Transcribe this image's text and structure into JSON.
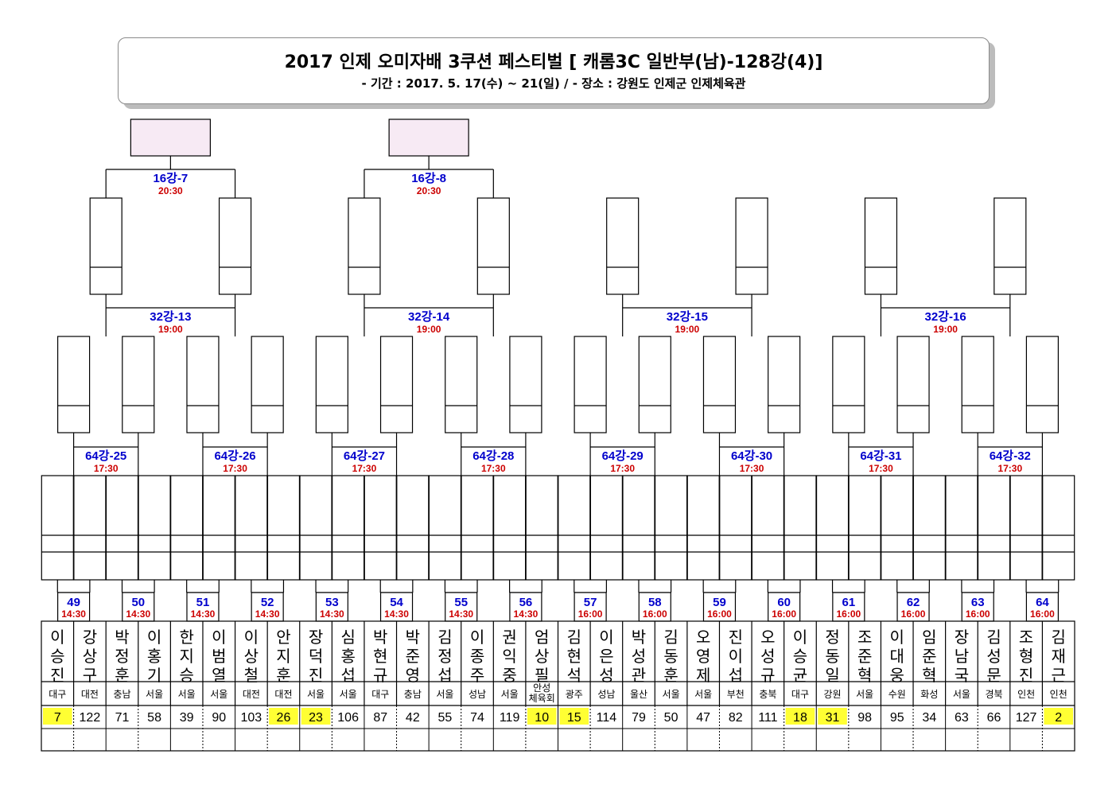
{
  "title": "2017 인제 오미자배 3쿠션 페스티벌 [ 캐롬3C 일반부(남)-128강(4)]",
  "subtitle": "- 기간 : 2017. 5. 17(수) ~ 21(일) / - 장소 : 강원도 인제군 인제체육관",
  "colors": {
    "match_label": "#0000cc",
    "time_label": "#cc0000",
    "seed_highlight": "#ffff33",
    "final_box": "#f7eaf4"
  },
  "round16": [
    {
      "label": "16강-7",
      "time": "20:30"
    },
    {
      "label": "16강-8",
      "time": "20:30"
    }
  ],
  "round32": [
    {
      "label": "32강-13",
      "time": "19:00"
    },
    {
      "label": "32강-14",
      "time": "19:00"
    },
    {
      "label": "32강-15",
      "time": "19:00"
    },
    {
      "label": "32강-16",
      "time": "19:00"
    }
  ],
  "round64": [
    {
      "label": "64강-25",
      "time": "17:30"
    },
    {
      "label": "64강-26",
      "time": "17:30"
    },
    {
      "label": "64강-27",
      "time": "17:30"
    },
    {
      "label": "64강-28",
      "time": "17:30"
    },
    {
      "label": "64강-29",
      "time": "17:30"
    },
    {
      "label": "64강-30",
      "time": "17:30"
    },
    {
      "label": "64강-31",
      "time": "17:30"
    },
    {
      "label": "64강-32",
      "time": "17:30"
    }
  ],
  "round128": [
    {
      "label": "49",
      "time": "14:30"
    },
    {
      "label": "50",
      "time": "14:30"
    },
    {
      "label": "51",
      "time": "14:30"
    },
    {
      "label": "52",
      "time": "14:30"
    },
    {
      "label": "53",
      "time": "14:30"
    },
    {
      "label": "54",
      "time": "14:30"
    },
    {
      "label": "55",
      "time": "14:30"
    },
    {
      "label": "56",
      "time": "14:30"
    },
    {
      "label": "57",
      "time": "16:00"
    },
    {
      "label": "58",
      "time": "16:00"
    },
    {
      "label": "59",
      "time": "16:00"
    },
    {
      "label": "60",
      "time": "16:00"
    },
    {
      "label": "61",
      "time": "16:00"
    },
    {
      "label": "62",
      "time": "16:00"
    },
    {
      "label": "63",
      "time": "16:00"
    },
    {
      "label": "64",
      "time": "16:00"
    }
  ],
  "players": [
    {
      "name": "이승진",
      "region": "대구",
      "seed": "7",
      "highlight": true
    },
    {
      "name": "강상구",
      "region": "대전",
      "seed": "122",
      "highlight": false
    },
    {
      "name": "박정훈",
      "region": "충남",
      "seed": "71",
      "highlight": false
    },
    {
      "name": "이홍기",
      "region": "서울",
      "seed": "58",
      "highlight": false
    },
    {
      "name": "한지승",
      "region": "서울",
      "seed": "39",
      "highlight": false
    },
    {
      "name": "이범열",
      "region": "서울",
      "seed": "90",
      "highlight": false
    },
    {
      "name": "이상철",
      "region": "대전",
      "seed": "103",
      "highlight": false
    },
    {
      "name": "안지훈",
      "region": "대전",
      "seed": "26",
      "highlight": true
    },
    {
      "name": "장덕진",
      "region": "서울",
      "seed": "23",
      "highlight": true
    },
    {
      "name": "심홍섭",
      "region": "서울",
      "seed": "106",
      "highlight": false
    },
    {
      "name": "박현규",
      "region": "대구",
      "seed": "87",
      "highlight": false
    },
    {
      "name": "박준영",
      "region": "충남",
      "seed": "42",
      "highlight": false
    },
    {
      "name": "김정섭",
      "region": "서울",
      "seed": "55",
      "highlight": false
    },
    {
      "name": "이종주",
      "region": "성남",
      "seed": "74",
      "highlight": false
    },
    {
      "name": "권익중",
      "region": "서울",
      "seed": "119",
      "highlight": false
    },
    {
      "name": "엄상필",
      "region": "안성체육회",
      "seed": "10",
      "highlight": true
    },
    {
      "name": "김현석",
      "region": "광주",
      "seed": "15",
      "highlight": true
    },
    {
      "name": "이은성",
      "region": "성남",
      "seed": "114",
      "highlight": false
    },
    {
      "name": "박성관",
      "region": "울산",
      "seed": "79",
      "highlight": false
    },
    {
      "name": "김동훈",
      "region": "서울",
      "seed": "50",
      "highlight": false
    },
    {
      "name": "오영제",
      "region": "서울",
      "seed": "47",
      "highlight": false
    },
    {
      "name": "진이섭",
      "region": "부천",
      "seed": "82",
      "highlight": false
    },
    {
      "name": "오성규",
      "region": "충북",
      "seed": "111",
      "highlight": false
    },
    {
      "name": "이승균",
      "region": "대구",
      "seed": "18",
      "highlight": true
    },
    {
      "name": "정동일",
      "region": "강원",
      "seed": "31",
      "highlight": true
    },
    {
      "name": "조준혁",
      "region": "서울",
      "seed": "98",
      "highlight": false
    },
    {
      "name": "이대웅",
      "region": "수원",
      "seed": "95",
      "highlight": false
    },
    {
      "name": "임준혁",
      "region": "화성",
      "seed": "34",
      "highlight": false
    },
    {
      "name": "장남국",
      "region": "서울",
      "seed": "63",
      "highlight": false
    },
    {
      "name": "김성문",
      "region": "경북",
      "seed": "66",
      "highlight": false
    },
    {
      "name": "조형진",
      "region": "인천",
      "seed": "127",
      "highlight": false
    },
    {
      "name": "김재근",
      "region": "인천",
      "seed": "2",
      "highlight": true
    }
  ]
}
